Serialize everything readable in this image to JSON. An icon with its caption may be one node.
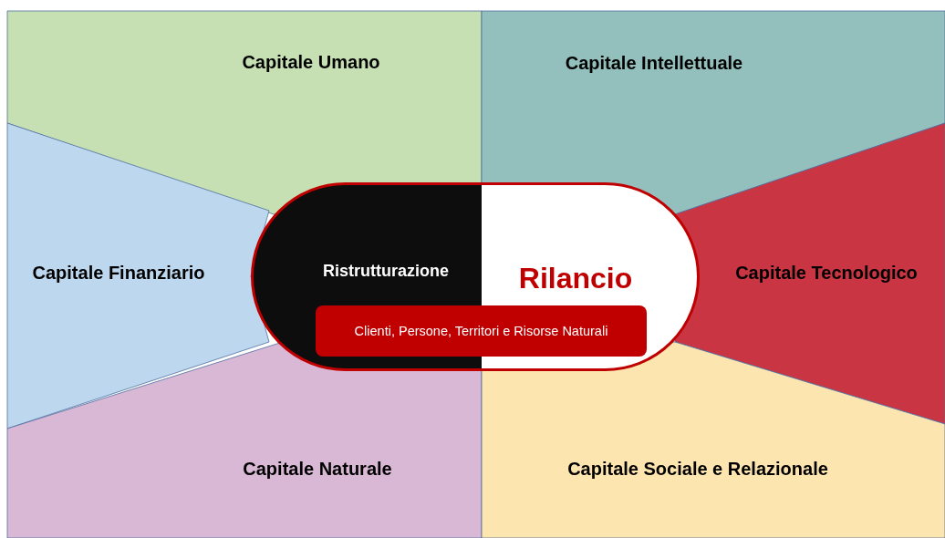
{
  "diagram": {
    "nodes": [
      {
        "text": [
          "Capitale Umano"
        ]
      },
      {
        "text": [
          "Capitale Intellettuale"
        ]
      },
      {
        "text": [
          "Capitale Finanziario"
        ]
      },
      {
        "text": [
          "Capitale Tecnologico"
        ]
      },
      {
        "text": [
          "Capitale Naturale"
        ]
      },
      {
        "text": [
          "Capitale Sociale e Relazionale"
        ]
      },
      {
        "text": [
          "Ristrutturazione",
          "Rilancio"
        ]
      },
      {
        "text": [
          "Clienti, Persone, Territori e Risorse Naturali"
        ],
        "in": 6
      }
    ]
  }
}
